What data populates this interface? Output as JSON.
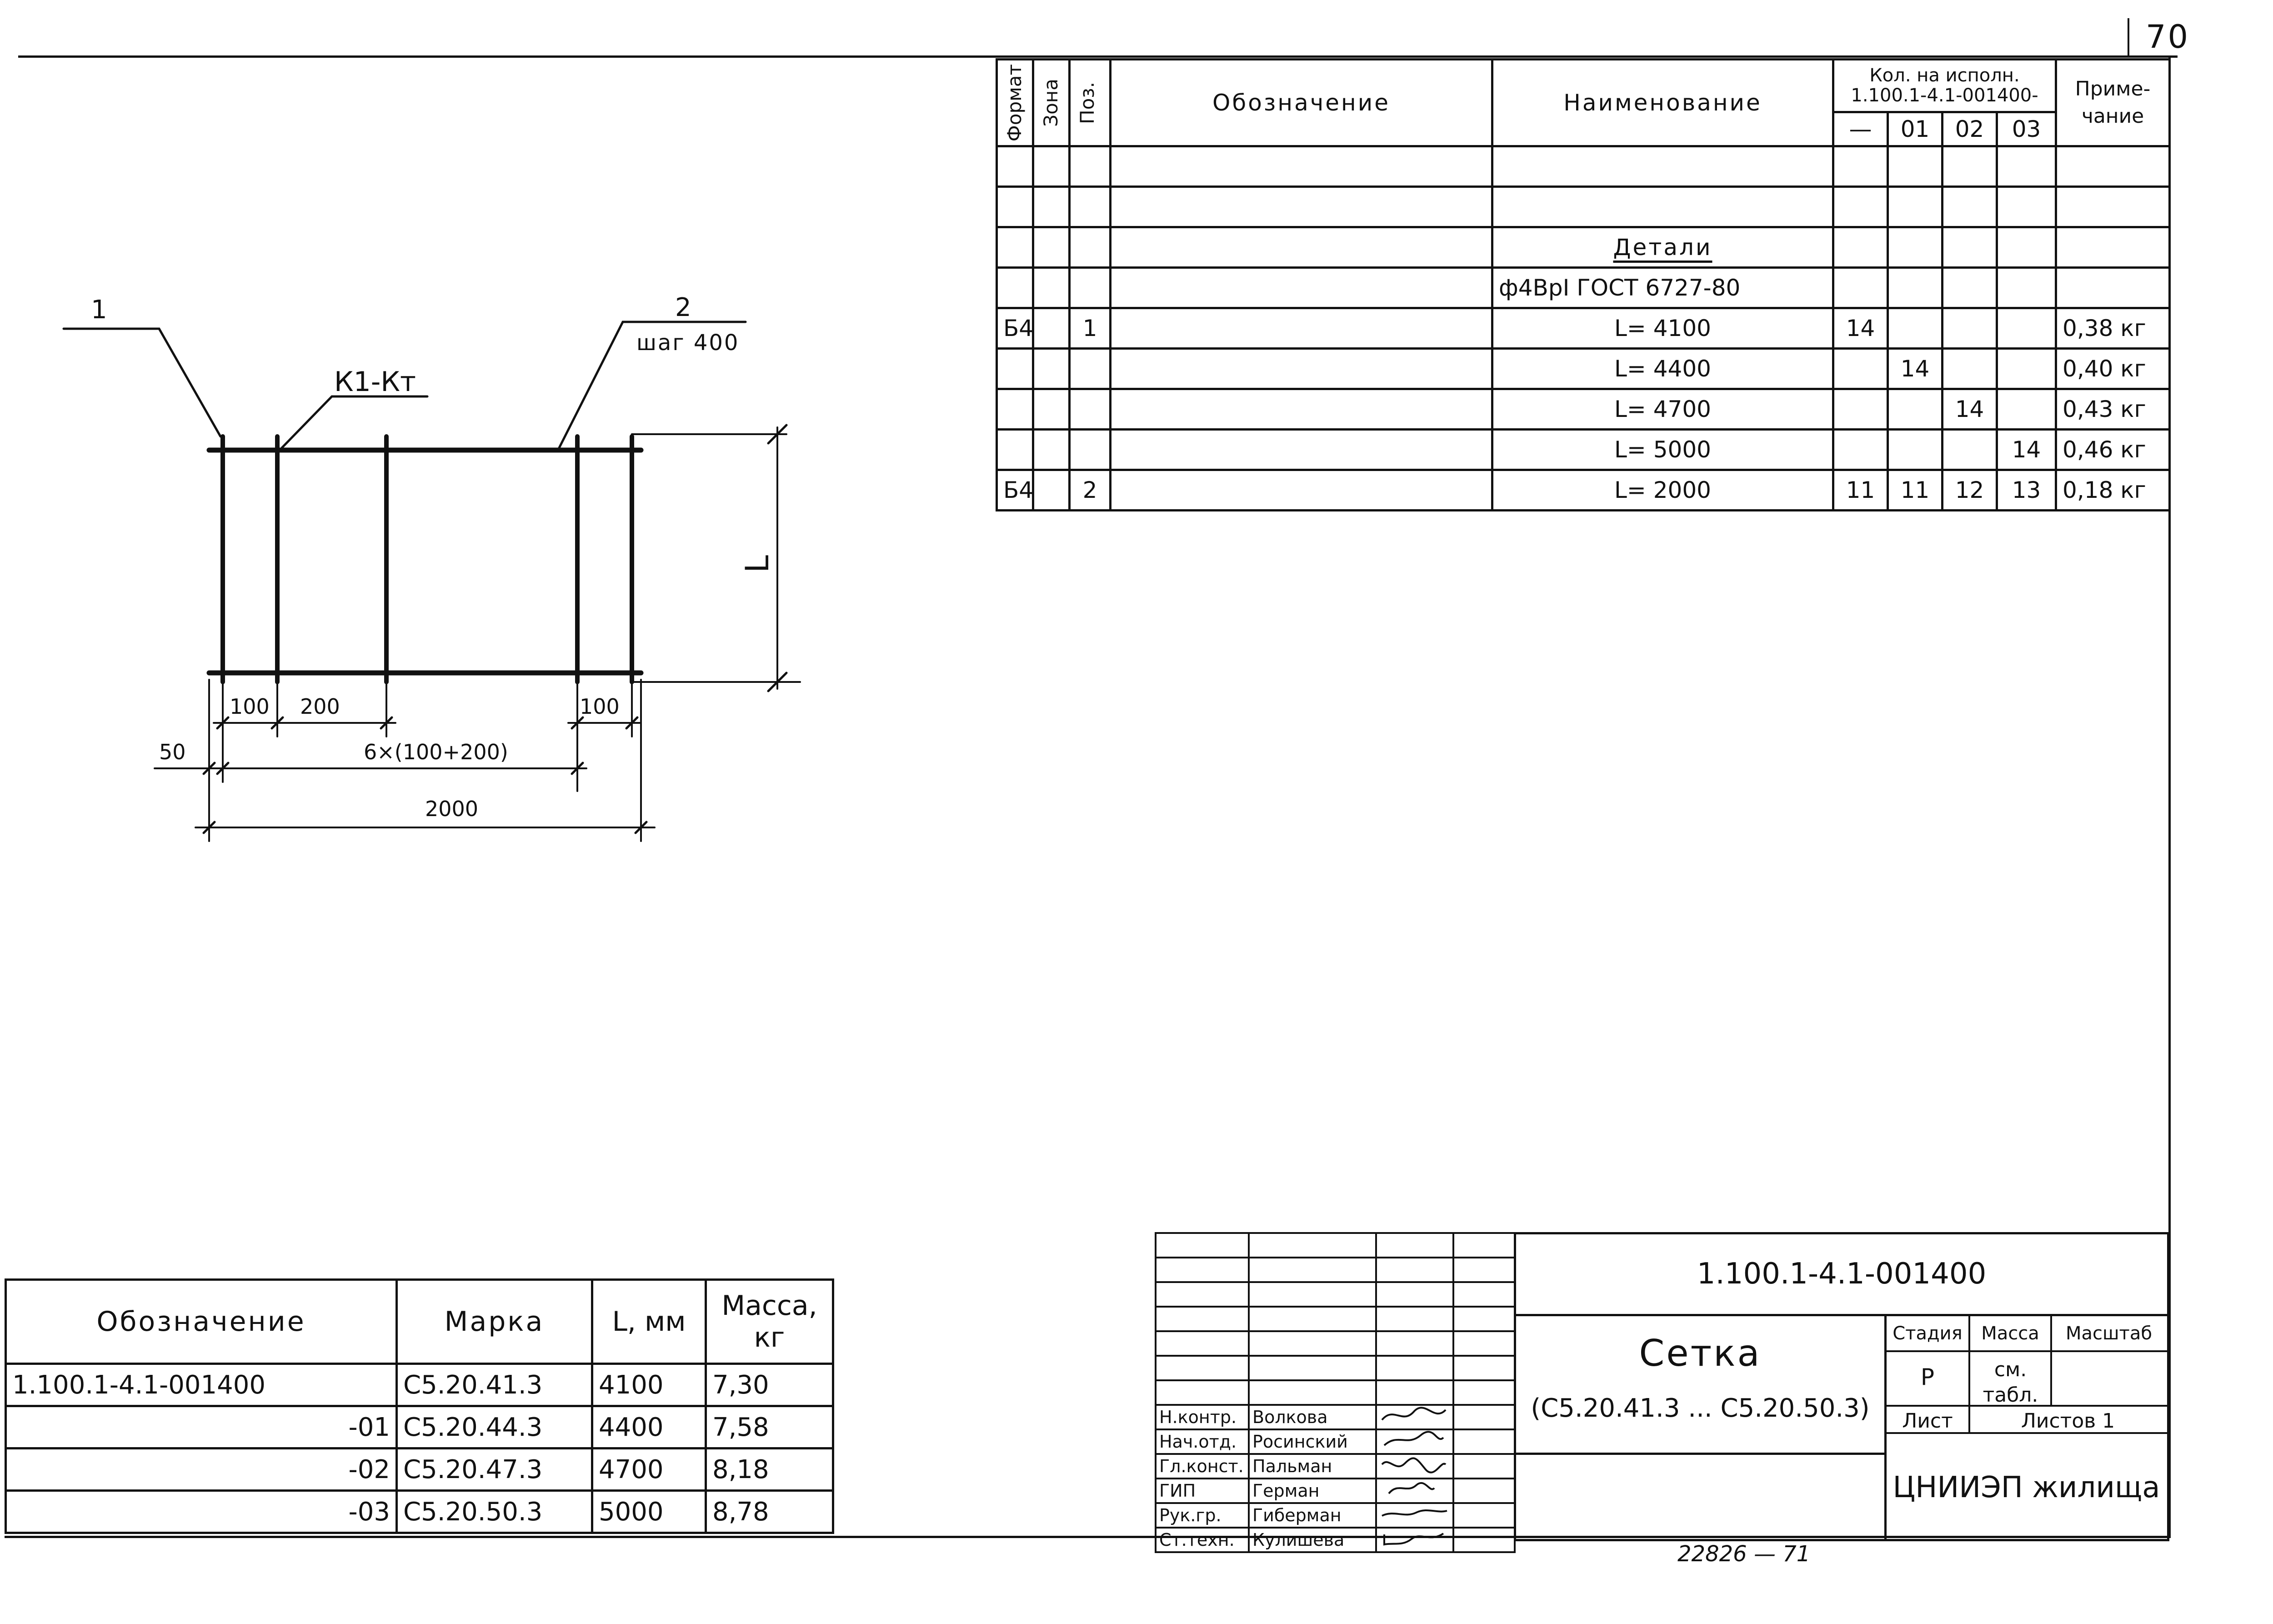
{
  "sheet_number": "70",
  "spec_table": {
    "headers": {
      "format": "Формат",
      "zone": "Зона",
      "pos": "Поз.",
      "designation": "Обозначение",
      "name": "Наименование",
      "qty_group": "Кол. на исполн. 1.100.1-4.1-001400-",
      "qty_cols": [
        "—",
        "01",
        "02",
        "03"
      ],
      "note": "Приме-чание"
    },
    "section_title": "Детали",
    "material": "ф4ВрI ГОСТ 6727-80",
    "rows": [
      {
        "format": "Б4",
        "pos": "1",
        "name": "L= 4100",
        "q0": "14",
        "q1": "",
        "q2": "",
        "q3": "",
        "note": "0,38 кг"
      },
      {
        "format": "",
        "pos": "",
        "name": "L= 4400",
        "q0": "",
        "q1": "14",
        "q2": "",
        "q3": "",
        "note": "0,40 кг"
      },
      {
        "format": "",
        "pos": "",
        "name": "L= 4700",
        "q0": "",
        "q1": "",
        "q2": "14",
        "q3": "",
        "note": "0,43 кг"
      },
      {
        "format": "",
        "pos": "",
        "name": "L= 5000",
        "q0": "",
        "q1": "",
        "q2": "",
        "q3": "14",
        "note": "0,46 кг"
      },
      {
        "format": "Б4",
        "pos": "2",
        "name": "L= 2000",
        "q0": "11",
        "q1": "11",
        "q2": "12",
        "q3": "13",
        "note": "0,18 кг"
      }
    ]
  },
  "drawing": {
    "label_pos1": "1",
    "label_pos2": "2",
    "label_step": "шаг 400",
    "label_weld": "К1-Кт",
    "label_L": "L",
    "dim_100_left": "100",
    "dim_200": "200",
    "dim_100_right": "100",
    "dim_50": "50",
    "dim_repeat": "6×(100+200)",
    "dim_total": "2000"
  },
  "variants_table": {
    "headers": {
      "designation": "Обозначение",
      "mark": "Марка",
      "length": "L, мм",
      "mass": "Масса, кг"
    },
    "rows": [
      {
        "designation": "1.100.1-4.1-001400",
        "mark": "С5.20.41.3",
        "length": "4100",
        "mass": "7,30"
      },
      {
        "designation": "-01",
        "mark": "С5.20.44.3",
        "length": "4400",
        "mass": "7,58"
      },
      {
        "designation": "-02",
        "mark": "С5.20.47.3",
        "length": "4700",
        "mass": "8,18"
      },
      {
        "designation": "-03",
        "mark": "С5.20.50.3",
        "length": "5000",
        "mass": "8,78"
      }
    ]
  },
  "title_block": {
    "doc_code": "1.100.1-4.1-001400",
    "title": "Сетка",
    "subtitle": "(С5.20.41.3 ... С5.20.50.3)",
    "stage_label": "Стадия",
    "mass_label": "Масса",
    "scale_label": "Масштаб",
    "stage_value": "Р",
    "mass_value": "см. табл.",
    "sheet_label": "Лист",
    "sheets_label": "Листов 1",
    "organization": "ЦНИИЭП жилища",
    "signers": [
      {
        "role": "Н.контр.",
        "name": "Волкова"
      },
      {
        "role": "Нач.отд.",
        "name": "Росинский"
      },
      {
        "role": "Гл.конст.",
        "name": "Пальман"
      },
      {
        "role": "ГИП",
        "name": "Герман"
      },
      {
        "role": "Рук.гр.",
        "name": "Гиберман"
      },
      {
        "role": "Ст.техн.",
        "name": "Кулишева"
      }
    ]
  },
  "footer_number": "22826 — 71"
}
